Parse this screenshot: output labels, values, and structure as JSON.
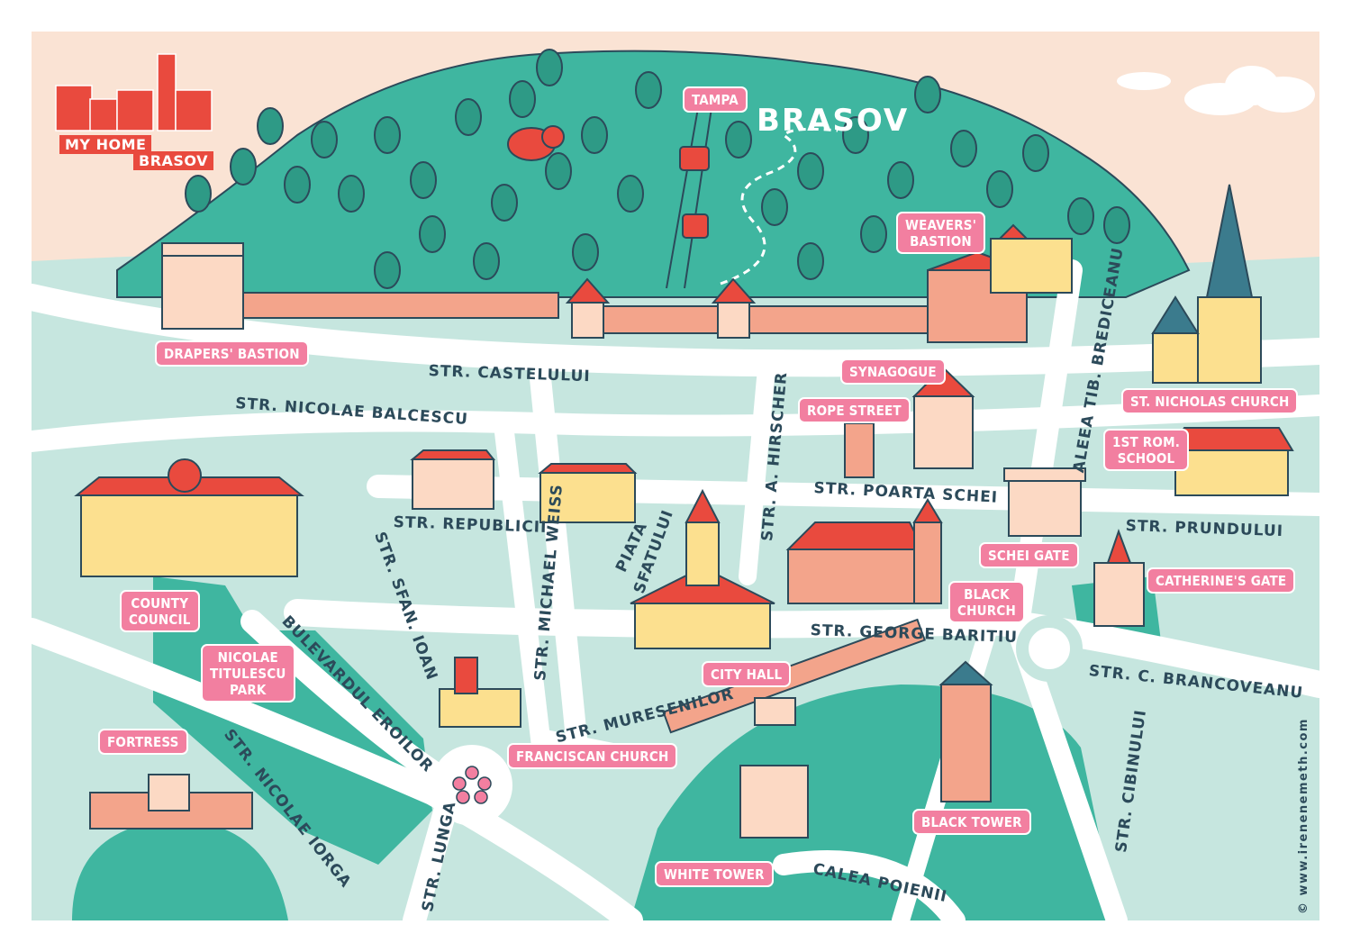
{
  "colors": {
    "sky": "#fae3d4",
    "hill": "#3fb6a0",
    "ground": "#c6e6df",
    "road": "#ffffff",
    "park": "#3fb6a0",
    "pin": "#f27fa0",
    "accent": "#e94a3e",
    "text": "#2c4a5a"
  },
  "logo": {
    "line1": "MY HOME",
    "line2": "BRASOV"
  },
  "city_title": "BRASOV",
  "credit": "© www.irenenemeth.com",
  "landmarks": [
    {
      "key": "tampa",
      "label": "TAMPA"
    },
    {
      "key": "weavers",
      "label": "WEAVERS'\nBASTION"
    },
    {
      "key": "drapers",
      "label": "DRAPERS' BASTION"
    },
    {
      "key": "synagogue",
      "label": "SYNAGOGUE"
    },
    {
      "key": "rope",
      "label": "ROPE STREET"
    },
    {
      "key": "nicholas",
      "label": "ST. NICHOLAS CHURCH"
    },
    {
      "key": "school",
      "label": "1ST ROM.\nSCHOOL"
    },
    {
      "key": "schei",
      "label": "SCHEI GATE"
    },
    {
      "key": "catherine",
      "label": "CATHERINE'S GATE"
    },
    {
      "key": "black_church",
      "label": "BLACK\nCHURCH"
    },
    {
      "key": "county",
      "label": "COUNTY\nCOUNCIL"
    },
    {
      "key": "park",
      "label": "NICOLAE\nTITULESCU\nPARK"
    },
    {
      "key": "city_hall",
      "label": "CITY HALL"
    },
    {
      "key": "franciscan",
      "label": "FRANCISCAN CHURCH"
    },
    {
      "key": "fortress",
      "label": "FORTRESS"
    },
    {
      "key": "black_tower",
      "label": "BLACK TOWER"
    },
    {
      "key": "white_tower",
      "label": "WHITE TOWER"
    }
  ],
  "streets": [
    {
      "key": "castelului",
      "label": "STR. CASTELULUI"
    },
    {
      "key": "balcescu",
      "label": "STR. NICOLAE BALCESCU"
    },
    {
      "key": "republicii",
      "label": "STR. REPUBLICII"
    },
    {
      "key": "hirscher",
      "label": "STR. A. HIRSCHER"
    },
    {
      "key": "poarta",
      "label": "STR. POARTA  SCHEI"
    },
    {
      "key": "bredi",
      "label": "ALEEA TIB. BREDICEANU"
    },
    {
      "key": "prundului",
      "label": "STR. PRUNDULUI"
    },
    {
      "key": "sfan",
      "label": "STR. SFAN. IOAN"
    },
    {
      "key": "weiss",
      "label": "STR. MICHAEL WEISS"
    },
    {
      "key": "piata",
      "label": "PIATA"
    },
    {
      "key": "sfatului",
      "label": "SFATULUI"
    },
    {
      "key": "bariitu",
      "label": "STR. GEORGE BARITIU"
    },
    {
      "key": "brancoveanu",
      "label": "STR. C. BRANCOVEANU"
    },
    {
      "key": "muresenilor",
      "label": "STR. MURESENILOR"
    },
    {
      "key": "eroilor",
      "label": "BULEVARDUL EROILOR"
    },
    {
      "key": "iorga",
      "label": "STR. NICOLAE IORGA"
    },
    {
      "key": "lunga",
      "label": "STR. LUNGA"
    },
    {
      "key": "cibinului",
      "label": "STR. CIBINULUI"
    },
    {
      "key": "poienii",
      "label": "CALEA POIENII"
    }
  ]
}
